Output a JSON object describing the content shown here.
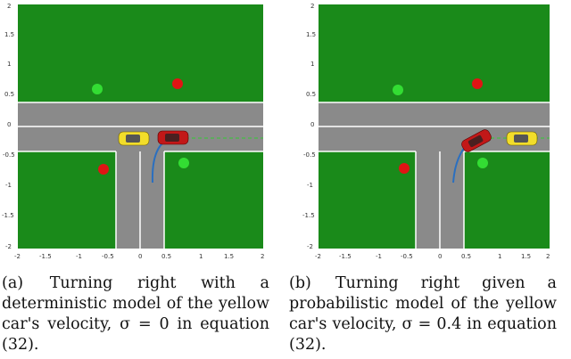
{
  "colors": {
    "grass": "#1a8a1a",
    "road": "#8a8a8a",
    "lane_marking": "#ffffff",
    "yellow_car": "#f2dd2a",
    "red_car": "#c21818",
    "trajectory": "#2a6fc0",
    "dashed_path": "#33cc33",
    "green_marker": "#33dd33",
    "red_marker": "#e01414"
  },
  "figures": [
    {
      "x_ticks": [
        "-2",
        "-1.5",
        "-1",
        "-0.5",
        "0",
        "0.5",
        "1",
        "1.5",
        "2"
      ],
      "y_ticks": [
        "2",
        "1.5",
        "1",
        "0.5",
        "0",
        "-0.5",
        "-1",
        "-1.5",
        "-2"
      ],
      "caption_label": "(a)",
      "caption_text": "Turning right with a deterministic model of the yellow car's velocity, σ = 0 in equation (32)."
    },
    {
      "x_ticks": [
        "-2",
        "-1.5",
        "-1",
        "-0.5",
        "0",
        "0.5",
        "1",
        "1.5",
        "2"
      ],
      "y_ticks": [
        "2",
        "1.5",
        "1",
        "0.5",
        "0",
        "-0.5",
        "-1",
        "-1.5",
        "-2"
      ],
      "caption_label": "(b)",
      "caption_text": "Turning right given a probabilistic model of the yellow car's velocity, σ = 0.4 in equation (32)."
    }
  ]
}
